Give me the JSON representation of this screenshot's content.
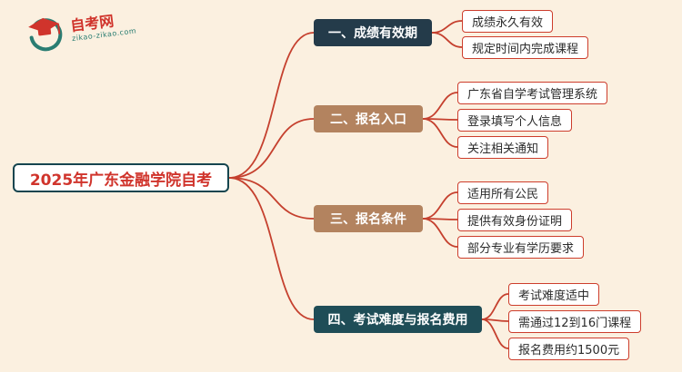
{
  "meta": {
    "background_color": "#fbf0e0",
    "connector_color": "#c5402e",
    "leaf_border_color": "#cd3d2c",
    "main_topic_text_color": "#d0342c",
    "main_topic_border_color": "#15454f"
  },
  "logo": {
    "site_name": "自考网",
    "site_url": "zikao-zikao.com",
    "icon": "graduation-cap-icon",
    "name_color": "#d0342c",
    "url_color": "#2a7d72"
  },
  "main_topic": "2025年广东金融学院自考",
  "branches": [
    {
      "label": "一、成绩有效期",
      "color": "#243b4a",
      "children": [
        "成绩永久有效",
        "规定时间内完成课程"
      ]
    },
    {
      "label": "二、报名入口",
      "color": "#b3835f",
      "children": [
        "广东省自学考试管理系统",
        "登录填写个人信息",
        "关注相关通知"
      ]
    },
    {
      "label": "三、报名条件",
      "color": "#b3835f",
      "children": [
        "适用所有公民",
        "提供有效身份证明",
        "部分专业有学历要求"
      ]
    },
    {
      "label": "四、考试难度与报名费用",
      "color": "#1f4d57",
      "children": [
        "考试难度适中",
        "需通过12到16门课程",
        "报名费用约1500元"
      ]
    }
  ]
}
